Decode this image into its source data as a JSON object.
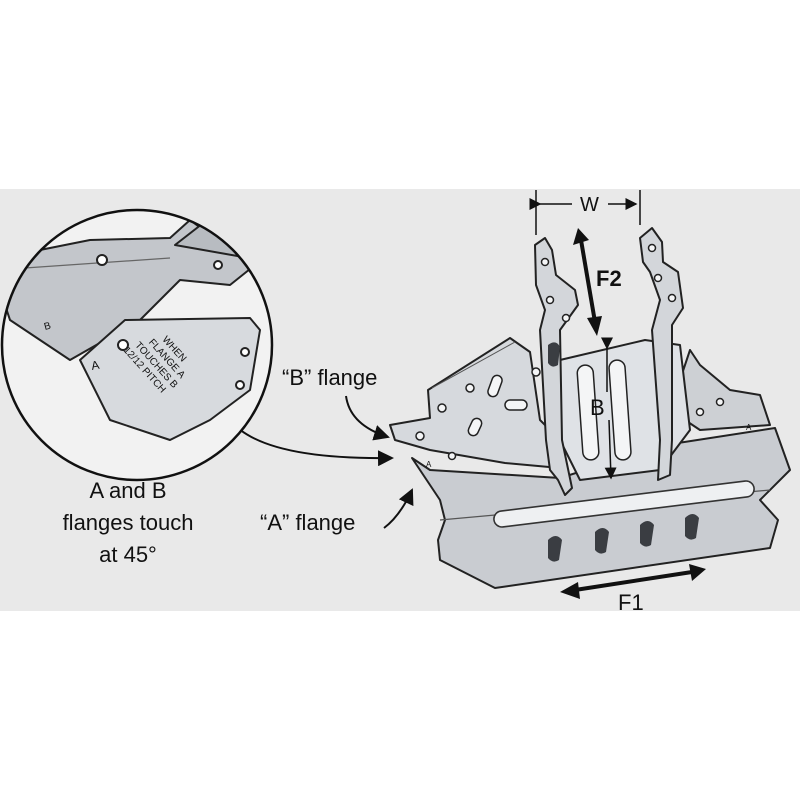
{
  "labels": {
    "w": "W",
    "f2": "F2",
    "b_dim": "B",
    "b_flange": "“B” flange",
    "a_flange": "“A” flange",
    "f1": "F1",
    "caption_line1": "A and B",
    "caption_line2": "flanges touch",
    "caption_line3": "at 45°"
  },
  "detail": {
    "letter_a": "A",
    "letter_b": "B",
    "stamp_lines": [
      "WHEN",
      "FLANGE A",
      "TOUCHES B",
      "12/12 PITCH"
    ]
  },
  "colors": {
    "band": "#e9e9e9",
    "metal": "#c9ccd1",
    "metal_light": "#dfe2e6",
    "metal_dark": "#9da2a8",
    "ink": "#111111"
  }
}
